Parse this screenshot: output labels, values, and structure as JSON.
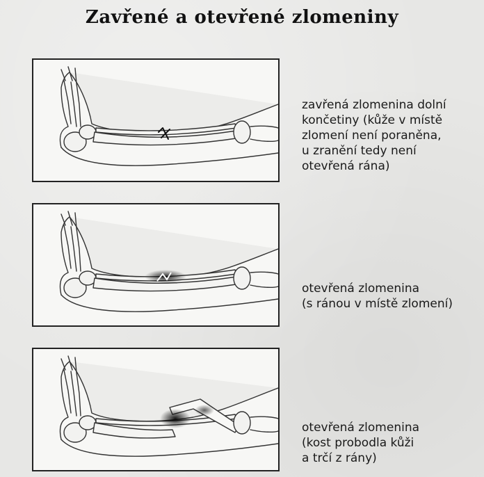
{
  "title": "Zavřené a otevřené zlomeniny",
  "panels": [
    {
      "type": "closed",
      "caption_lines": [
        "zavřená zlomenina dolní",
        "končetiny (kůže v místě",
        "zlomení není poraněna,",
        "u zranění tedy není",
        "otevřená rána)"
      ]
    },
    {
      "type": "open-wound",
      "caption_lines": [
        "otevřená zlomenina",
        "(s ránou v místě zlomení)"
      ]
    },
    {
      "type": "open-protruding",
      "caption_lines": [
        "otevřená zlomenina",
        "(kost probodla kůži",
        "a trčí z rány)"
      ]
    }
  ]
}
